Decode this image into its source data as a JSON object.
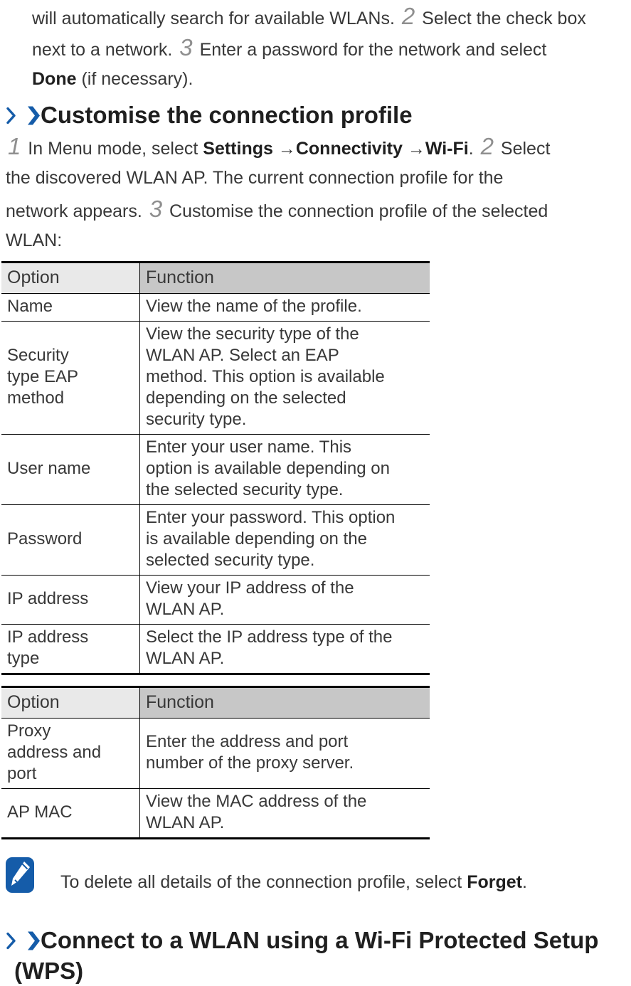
{
  "colors": {
    "accent_blue": "#155CA9",
    "step_gray": "#8F8F8F",
    "header_option_bg": "#E9E9E9",
    "header_function_bg": "#C7C7C7",
    "text": "#383838",
    "bold_text": "#1F1F1F",
    "border": "#000000"
  },
  "page": {
    "intro": {
      "lines": [
        [
          {
            "t": "will automatically search for available WLANs. "
          },
          {
            "t": "2",
            "s": "step"
          },
          {
            "t": " Select the check box"
          }
        ],
        [
          {
            "t": "next to a network. "
          },
          {
            "t": "3",
            "s": "step"
          },
          {
            "t": " Enter a password for the network and select"
          }
        ],
        [
          {
            "t": "Done",
            "s": "bold"
          },
          {
            "t": " (if necessary)."
          }
        ]
      ]
    },
    "section1": {
      "title": "Customise the connection profile"
    },
    "steps": {
      "lines": [
        [
          {
            "t": "1",
            "s": "step"
          },
          {
            "t": " In Menu mode, select "
          },
          {
            "t": "Settings",
            "s": "bold"
          },
          {
            "t": " →"
          },
          {
            "t": "Connectivity",
            "s": "bold"
          },
          {
            "t": " →"
          },
          {
            "t": "Wi-Fi",
            "s": "bold"
          },
          {
            "t": ". "
          },
          {
            "t": "2",
            "s": "step"
          },
          {
            "t": " Select"
          }
        ],
        [
          {
            "t": "the discovered WLAN AP. The current connection profile for the"
          }
        ],
        [
          {
            "t": "network appears. "
          },
          {
            "t": "3",
            "s": "step"
          },
          {
            "t": " Customise the connection profile of the selected"
          }
        ],
        [
          {
            "t": "WLAN:"
          }
        ]
      ]
    },
    "tables": [
      {
        "header": [
          "Option",
          "Function"
        ],
        "rows": [
          {
            "option": [
              "Name"
            ],
            "function": [
              "View the name of the profile."
            ]
          },
          {
            "option": [
              "Security",
              "type EAP",
              "method"
            ],
            "valign": "top",
            "function": [
              "View the security type of the",
              "WLAN AP. Select an EAP",
              "method. This option is available",
              "depending on the selected",
              "security type."
            ]
          },
          {
            "option": [
              "User name"
            ],
            "function": [
              "Enter your user name. This",
              "option is available depending on",
              "the selected security type."
            ]
          },
          {
            "option": [
              "Password"
            ],
            "function": [
              "Enter your password. This option",
              "is available depending on the",
              "selected security type."
            ]
          },
          {
            "option": [
              "IP address"
            ],
            "function": [
              "View your IP address of the",
              "WLAN AP."
            ]
          },
          {
            "option": [
              "IP address",
              "type"
            ],
            "function": [
              "Select the IP address type of the",
              "WLAN AP."
            ]
          }
        ]
      },
      {
        "header": [
          "Option",
          "Function"
        ],
        "rows": [
          {
            "option": [
              "Proxy",
              "address and",
              "port"
            ],
            "function": [
              "Enter the address and port",
              "number of the proxy server."
            ]
          },
          {
            "option": [
              "AP MAC"
            ],
            "function": [
              "View the MAC address of the",
              "WLAN AP."
            ]
          }
        ]
      }
    ],
    "note": {
      "icon": "note-pencil-icon",
      "runs": [
        {
          "t": "To delete all details of the connection profile, select "
        },
        {
          "t": "Forget",
          "s": "bold"
        },
        {
          "t": "."
        }
      ]
    },
    "section2": {
      "title_lines": [
        "Connect to a WLAN using a Wi-Fi Protected Setup",
        "(WPS)"
      ]
    }
  }
}
